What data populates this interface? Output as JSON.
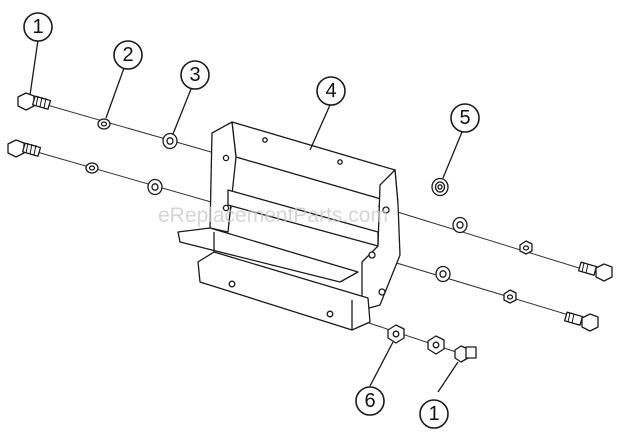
{
  "watermark": "eReplacementParts.com",
  "callouts": [
    {
      "id": "c1a",
      "number": "1"
    },
    {
      "id": "c2",
      "number": "2"
    },
    {
      "id": "c3",
      "number": "3"
    },
    {
      "id": "c4",
      "number": "4"
    },
    {
      "id": "c5",
      "number": "5"
    },
    {
      "id": "c6",
      "number": "6"
    },
    {
      "id": "c1b",
      "number": "1"
    }
  ]
}
